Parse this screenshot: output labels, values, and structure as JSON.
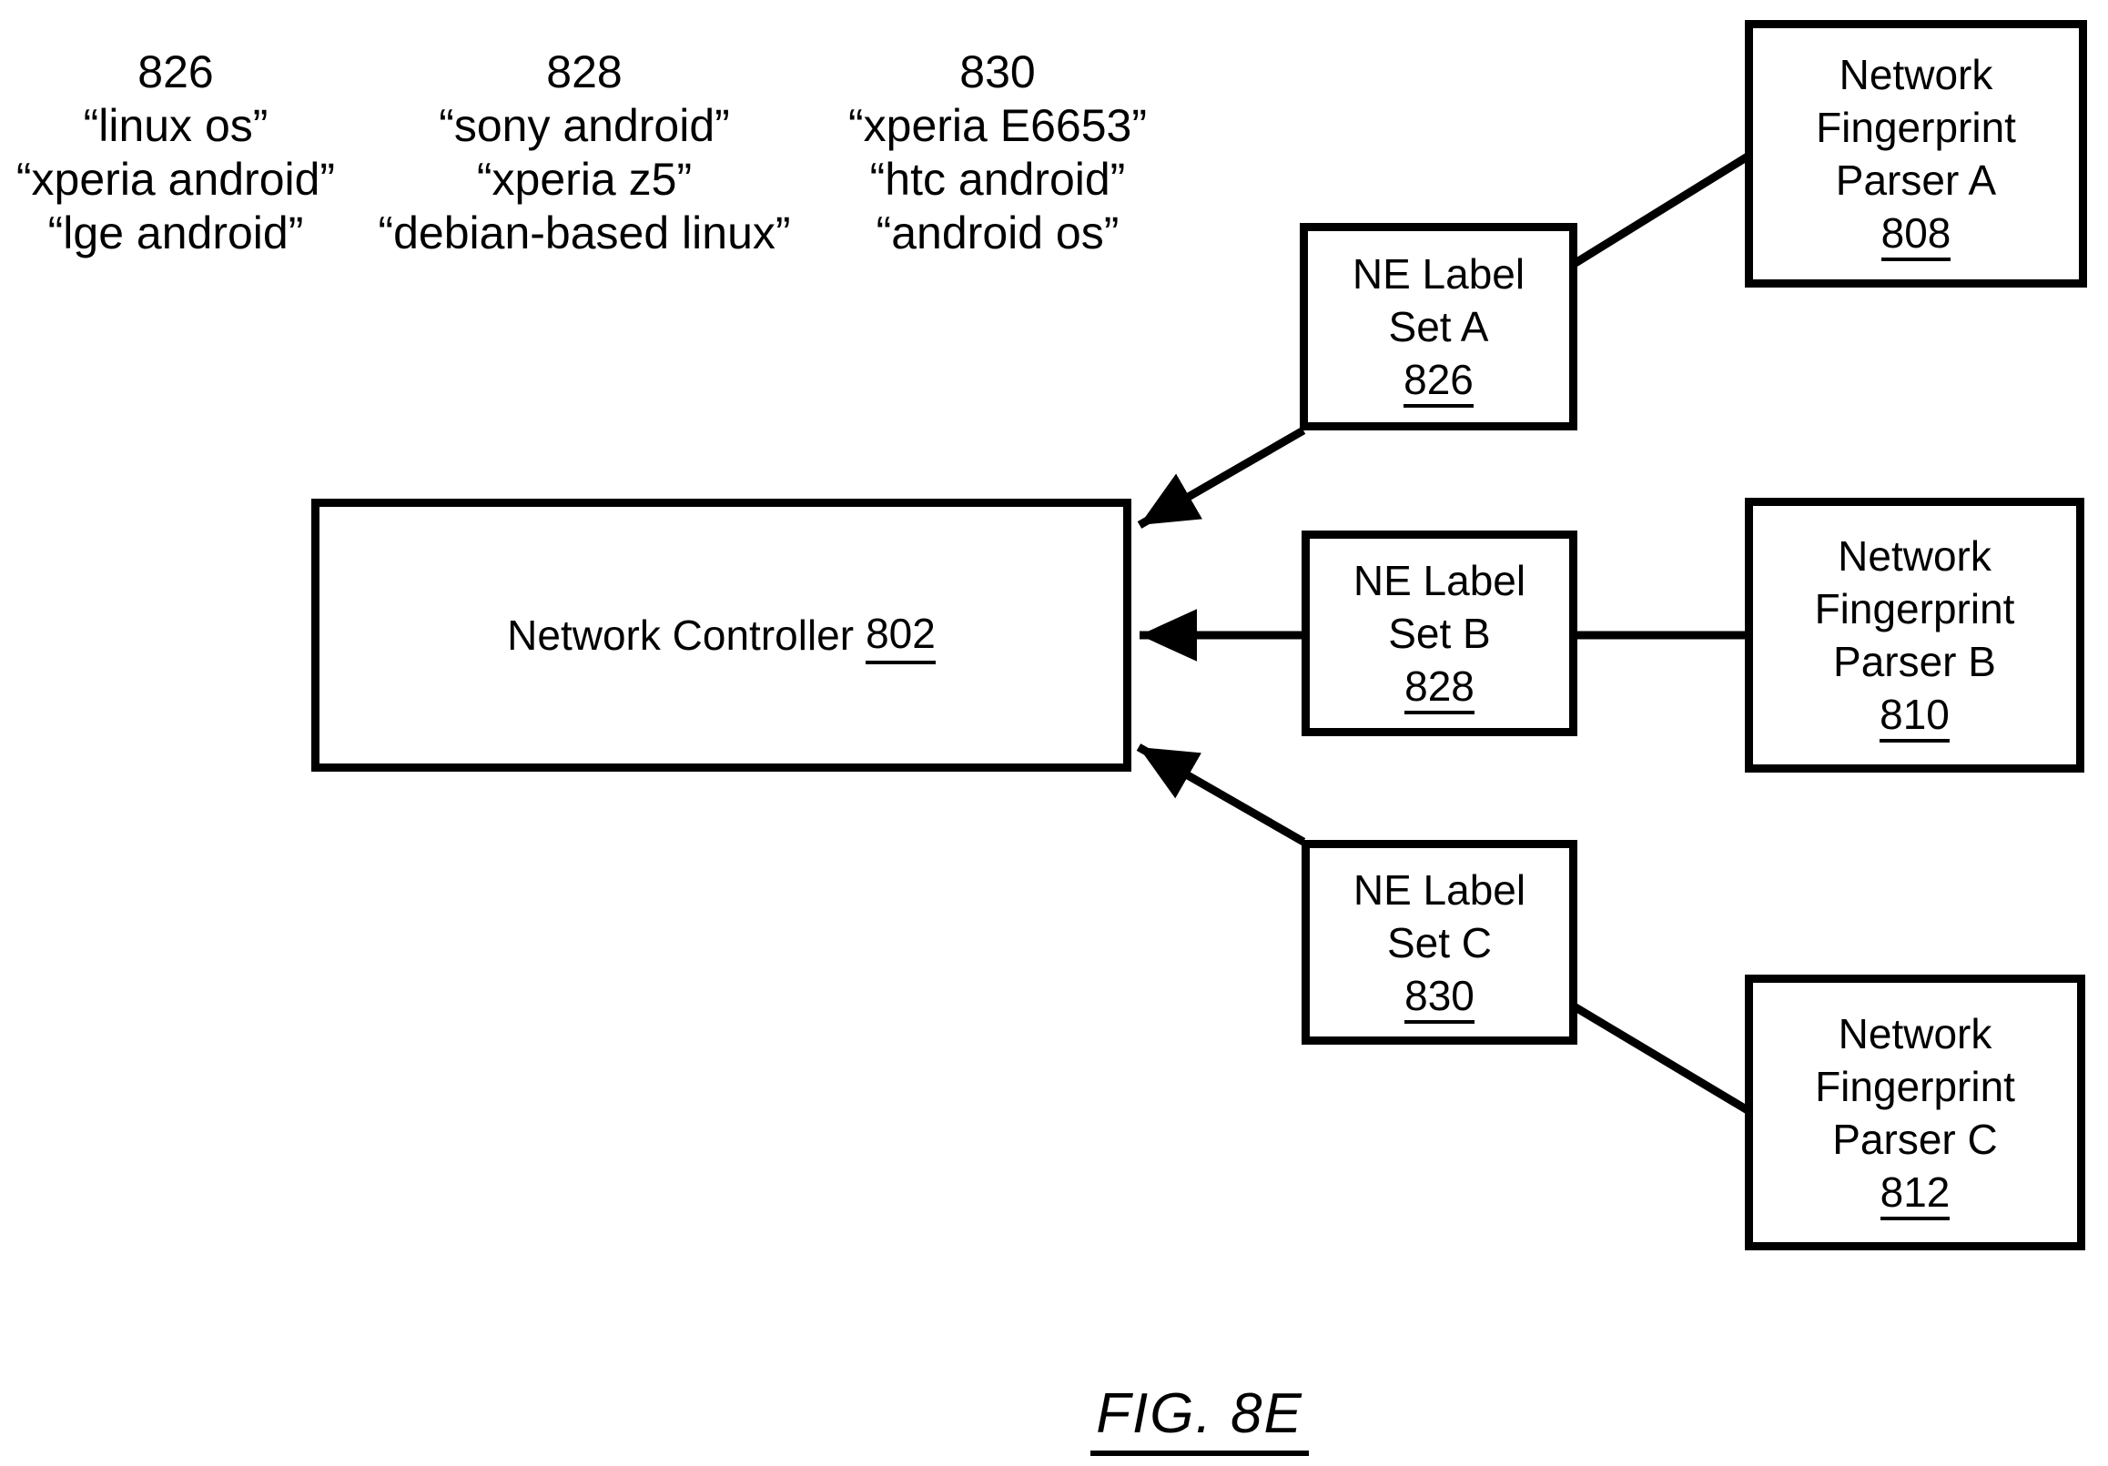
{
  "colors": {
    "ink": "#000000",
    "background": "#ffffff"
  },
  "label_groups": [
    {
      "ref": "826",
      "lines": [
        "“linux os”",
        "“xperia android”",
        "“lge android”"
      ]
    },
    {
      "ref": "828",
      "lines": [
        "“sony android”",
        "“xperia z5”",
        "“debian-based linux”"
      ]
    },
    {
      "ref": "830",
      "lines": [
        "“xperia E6653”",
        "“htc android”",
        "“android os”"
      ]
    }
  ],
  "controller": {
    "label": "Network Controller",
    "ref": "802"
  },
  "ne_boxes": [
    {
      "line1": "NE Label",
      "line2": "Set A",
      "ref": "826"
    },
    {
      "line1": "NE Label",
      "line2": "Set B",
      "ref": "828"
    },
    {
      "line1": "NE Label",
      "line2": "Set C",
      "ref": "830"
    }
  ],
  "parser_boxes": [
    {
      "line1": "Network",
      "line2": "Fingerprint",
      "line3": "Parser A",
      "ref": "808"
    },
    {
      "line1": "Network",
      "line2": "Fingerprint",
      "line3": "Parser B",
      "ref": "810"
    },
    {
      "line1": "Network",
      "line2": "Fingerprint",
      "line3": "Parser C",
      "ref": "812"
    }
  ],
  "caption": "FIG. 8E"
}
